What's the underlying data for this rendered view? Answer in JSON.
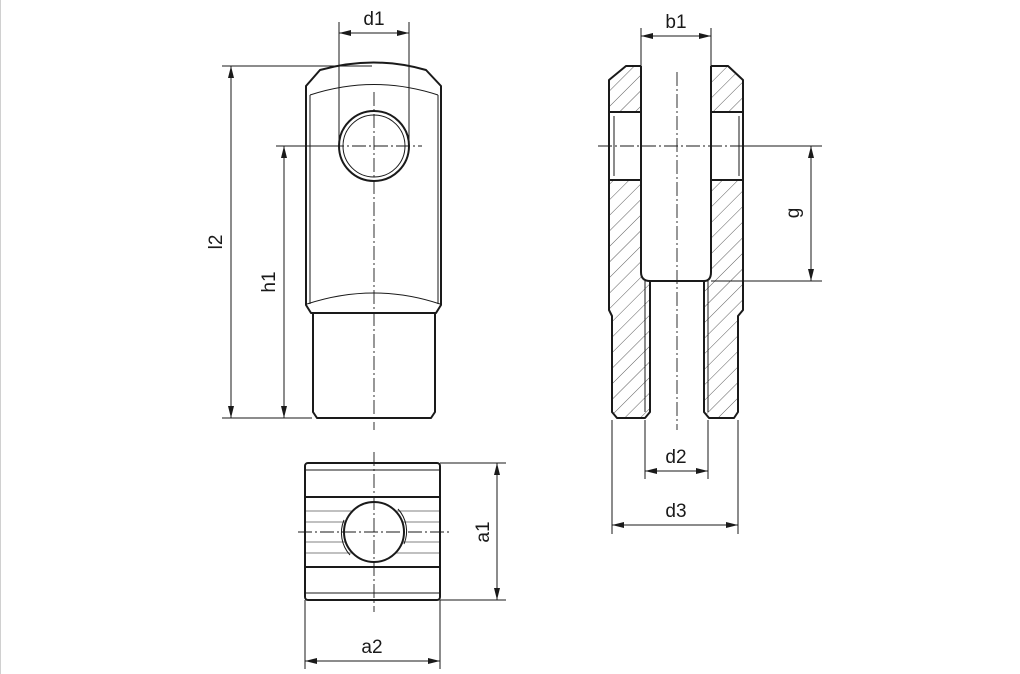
{
  "drawing": {
    "dimensions": {
      "d1": "d1",
      "b1": "b1",
      "l2": "l2",
      "h1": "h1",
      "g": "g",
      "d2": "d2",
      "d3": "d3",
      "a1": "a1",
      "a2": "a2"
    },
    "colors": {
      "line": "#1a1a1a",
      "background": "#ffffff"
    }
  }
}
